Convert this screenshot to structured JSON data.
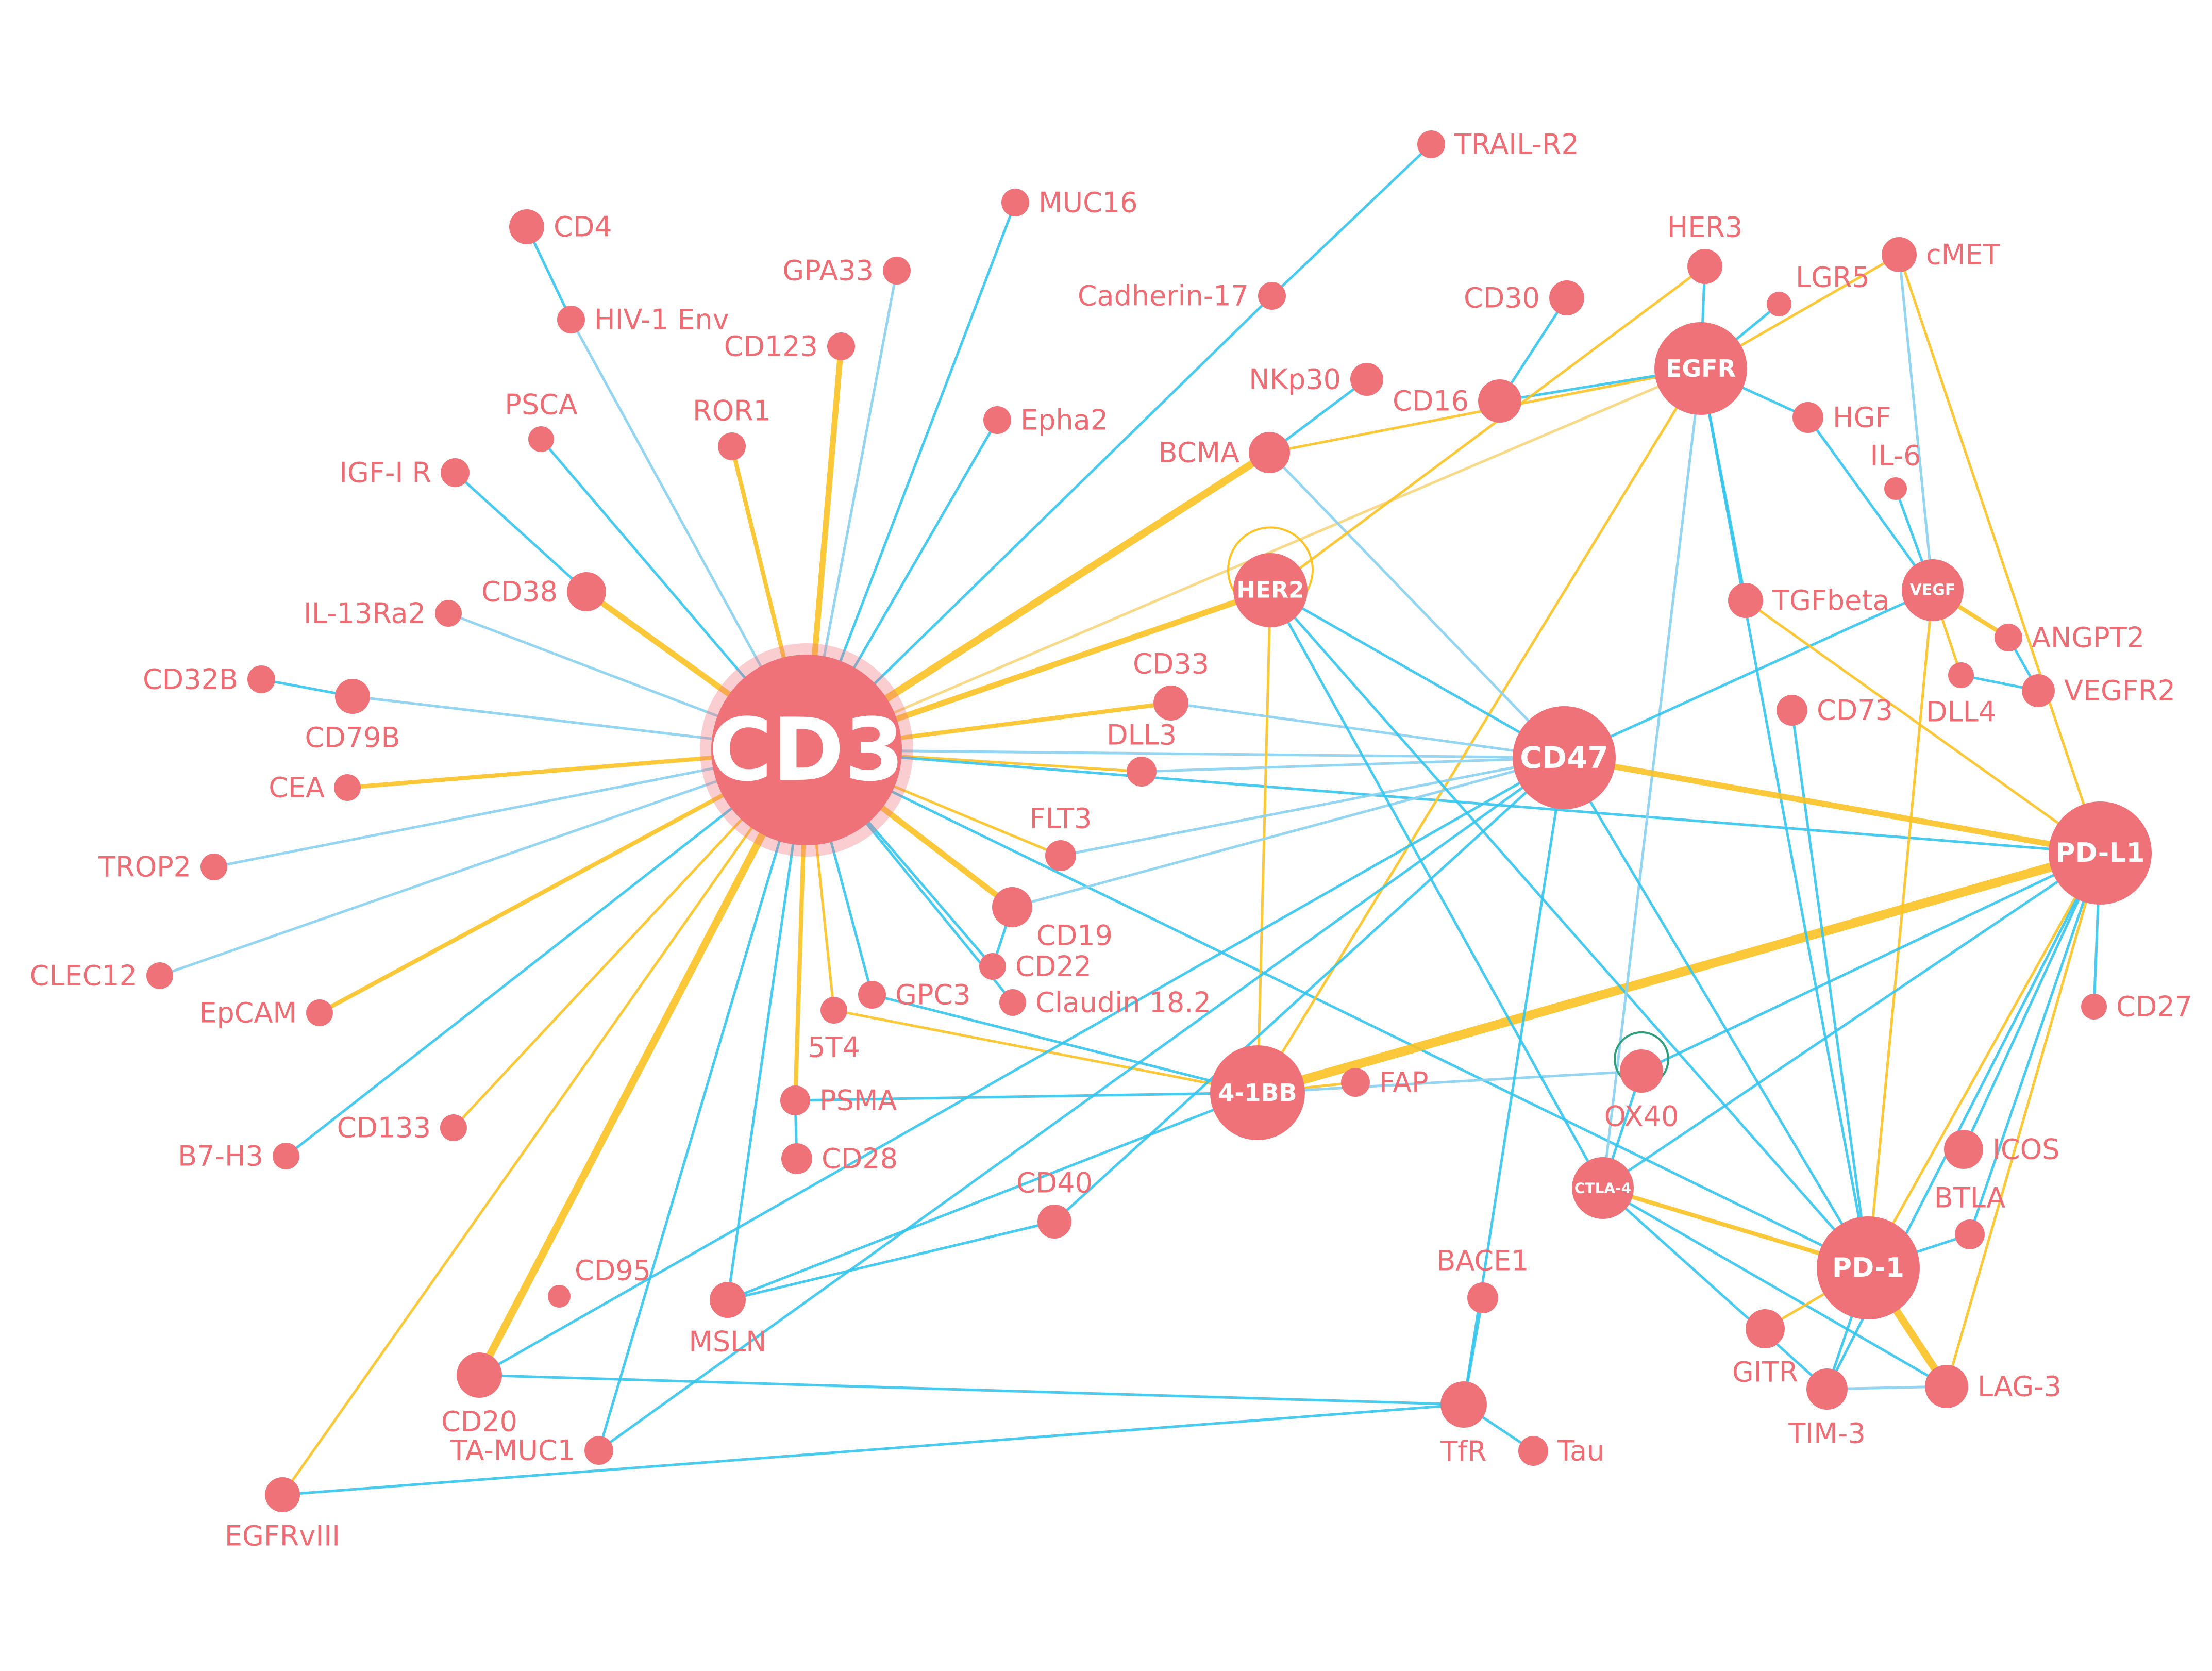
{
  "colors": {
    "node": "#f07279",
    "label": "#ee6d74",
    "edge_blue": "#35c6ee",
    "edge_blue_light": "#8fd3f1",
    "edge_yellow": "#fbc324",
    "edge_yellow_light": "#f8d882"
  },
  "nodes": [
    {
      "id": "CD3",
      "label": "CD3",
      "size": "hub"
    },
    {
      "id": "EGFR",
      "label": "EGFR",
      "size": "large"
    },
    {
      "id": "HER2",
      "label": "HER2",
      "size": "large"
    },
    {
      "id": "CD47",
      "label": "CD47",
      "size": "large"
    },
    {
      "id": "PD-L1",
      "label": "PD-L1",
      "size": "large"
    },
    {
      "id": "4-1BB",
      "label": "4-1BB",
      "size": "large"
    },
    {
      "id": "PD-1",
      "label": "PD-1",
      "size": "large"
    },
    {
      "id": "VEGF",
      "label": "VEGF",
      "size": "medium"
    },
    {
      "id": "CTLA-4",
      "label": "CTLA-4",
      "size": "medium"
    },
    {
      "id": "CD4",
      "label": "CD4"
    },
    {
      "id": "HIV-1 Env",
      "label": "HIV-1 Env"
    },
    {
      "id": "MUC16",
      "label": "MUC16"
    },
    {
      "id": "GPA33",
      "label": "GPA33"
    },
    {
      "id": "TRAIL-R2",
      "label": "TRAIL-R2"
    },
    {
      "id": "Cadherin-17",
      "label": "Cadherin-17"
    },
    {
      "id": "CD123",
      "label": "CD123"
    },
    {
      "id": "PSCA",
      "label": "PSCA"
    },
    {
      "id": "ROR1",
      "label": "ROR1"
    },
    {
      "id": "Epha2",
      "label": "Epha2"
    },
    {
      "id": "IGF-I R",
      "label": "IGF-I R"
    },
    {
      "id": "CD38",
      "label": "CD38"
    },
    {
      "id": "IL-13Ra2",
      "label": "IL-13Ra2"
    },
    {
      "id": "CD32B",
      "label": "CD32B"
    },
    {
      "id": "CD79B",
      "label": "CD79B"
    },
    {
      "id": "CEA",
      "label": "CEA"
    },
    {
      "id": "TROP2",
      "label": "TROP2"
    },
    {
      "id": "CLEC12",
      "label": "CLEC12"
    },
    {
      "id": "EpCAM",
      "label": "EpCAM"
    },
    {
      "id": "B7-H3",
      "label": "B7-H3"
    },
    {
      "id": "CD133",
      "label": "CD133"
    },
    {
      "id": "CD95",
      "label": "CD95"
    },
    {
      "id": "CD20",
      "label": "CD20"
    },
    {
      "id": "TA-MUC1",
      "label": "TA-MUC1"
    },
    {
      "id": "EGFRvIII",
      "label": "EGFRvIII"
    },
    {
      "id": "MSLN",
      "label": "MSLN"
    },
    {
      "id": "CD40",
      "label": "CD40"
    },
    {
      "id": "PSMA",
      "label": "PSMA"
    },
    {
      "id": "CD28",
      "label": "CD28"
    },
    {
      "id": "5T4",
      "label": "5T4"
    },
    {
      "id": "GPC3",
      "label": "GPC3"
    },
    {
      "id": "Claudin 18.2",
      "label": "Claudin 18.2"
    },
    {
      "id": "CD22",
      "label": "CD22"
    },
    {
      "id": "CD19",
      "label": "CD19"
    },
    {
      "id": "FLT3",
      "label": "FLT3"
    },
    {
      "id": "DLL3",
      "label": "DLL3"
    },
    {
      "id": "CD33",
      "label": "CD33"
    },
    {
      "id": "BCMA",
      "label": "BCMA"
    },
    {
      "id": "NKp30",
      "label": "NKp30"
    },
    {
      "id": "CD16",
      "label": "CD16"
    },
    {
      "id": "CD30",
      "label": "CD30"
    },
    {
      "id": "HER3",
      "label": "HER3"
    },
    {
      "id": "LGR5",
      "label": "LGR5"
    },
    {
      "id": "cMET",
      "label": "cMET"
    },
    {
      "id": "HGF",
      "label": "HGF"
    },
    {
      "id": "IL-6",
      "label": "IL-6"
    },
    {
      "id": "TGFbeta",
      "label": "TGFbeta"
    },
    {
      "id": "ANGPT2",
      "label": "ANGPT2"
    },
    {
      "id": "DLL4",
      "label": "DLL4"
    },
    {
      "id": "VEGFR2",
      "label": "VEGFR2"
    },
    {
      "id": "CD73",
      "label": "CD73"
    },
    {
      "id": "CD27",
      "label": "CD27"
    },
    {
      "id": "FAP",
      "label": "FAP"
    },
    {
      "id": "OX40",
      "label": "OX40"
    },
    {
      "id": "ICOS",
      "label": "ICOS"
    },
    {
      "id": "BTLA",
      "label": "BTLA"
    },
    {
      "id": "GITR",
      "label": "GITR"
    },
    {
      "id": "TIM-3",
      "label": "TIM-3"
    },
    {
      "id": "LAG-3",
      "label": "LAG-3"
    },
    {
      "id": "BACE1",
      "label": "BACE1"
    },
    {
      "id": "TfR",
      "label": "TfR"
    },
    {
      "id": "Tau",
      "label": "Tau"
    }
  ],
  "edges": [
    {
      "source": "CD4",
      "target": "HIV-1 Env",
      "color": "blue",
      "weight": 1
    },
    {
      "source": "HIV-1 Env",
      "target": "CD3",
      "color": "blue_light",
      "weight": 1
    },
    {
      "source": "MUC16",
      "target": "CD3",
      "color": "blue",
      "weight": 1
    },
    {
      "source": "GPA33",
      "target": "CD3",
      "color": "blue_light",
      "weight": 1
    },
    {
      "source": "TRAIL-R2",
      "target": "Cadherin-17",
      "color": "blue",
      "weight": 1
    },
    {
      "source": "Cadherin-17",
      "target": "CD3",
      "color": "blue",
      "weight": 1
    },
    {
      "source": "CD123",
      "target": "CD3",
      "color": "yellow",
      "weight": 3
    },
    {
      "source": "PSCA",
      "target": "CD3",
      "color": "blue",
      "weight": 1
    },
    {
      "source": "ROR1",
      "target": "CD3",
      "color": "yellow",
      "weight": 2
    },
    {
      "source": "Epha2",
      "target": "CD3",
      "color": "blue",
      "weight": 1
    },
    {
      "source": "IGF-I R",
      "target": "CD38",
      "color": "blue",
      "weight": 1
    },
    {
      "source": "CD38",
      "target": "CD3",
      "color": "yellow",
      "weight": 3
    },
    {
      "source": "IL-13Ra2",
      "target": "CD3",
      "color": "blue_light",
      "weight": 1
    },
    {
      "source": "CD32B",
      "target": "CD79B",
      "color": "blue",
      "weight": 1
    },
    {
      "source": "CD79B",
      "target": "CD3",
      "color": "blue_light",
      "weight": 1
    },
    {
      "source": "CEA",
      "target": "CD3",
      "color": "yellow",
      "weight": 2
    },
    {
      "source": "TROP2",
      "target": "CD3",
      "color": "blue_light",
      "weight": 1
    },
    {
      "source": "CLEC12",
      "target": "CD3",
      "color": "blue_light",
      "weight": 1
    },
    {
      "source": "EpCAM",
      "target": "CD3",
      "color": "yellow",
      "weight": 2
    },
    {
      "source": "B7-H3",
      "target": "CD3",
      "color": "blue",
      "weight": 1
    },
    {
      "source": "CD133",
      "target": "CD3",
      "color": "yellow",
      "weight": 1
    },
    {
      "source": "CD20",
      "target": "CD3",
      "color": "yellow",
      "weight": 4
    },
    {
      "source": "EGFRvIII",
      "target": "CD3",
      "color": "yellow",
      "weight": 1
    },
    {
      "source": "TA-MUC1",
      "target": "CD3",
      "color": "blue",
      "weight": 1
    },
    {
      "source": "MSLN",
      "target": "CD3",
      "color": "blue",
      "weight": 1
    },
    {
      "source": "PSMA",
      "target": "CD3",
      "color": "yellow",
      "weight": 2
    },
    {
      "source": "5T4",
      "target": "CD3",
      "color": "yellow",
      "weight": 1
    },
    {
      "source": "GPC3",
      "target": "CD3",
      "color": "blue",
      "weight": 1
    },
    {
      "source": "Claudin 18.2",
      "target": "CD3",
      "color": "blue",
      "weight": 1
    },
    {
      "source": "CD22",
      "target": "CD3",
      "color": "blue",
      "weight": 1
    },
    {
      "source": "CD19",
      "target": "CD3",
      "color": "yellow",
      "weight": 3
    },
    {
      "source": "FLT3",
      "target": "CD3",
      "color": "yellow",
      "weight": 1
    },
    {
      "source": "DLL3",
      "target": "CD3",
      "color": "yellow",
      "weight": 1
    },
    {
      "source": "CD33",
      "target": "CD3",
      "color": "yellow",
      "weight": 2
    },
    {
      "source": "BCMA",
      "target": "CD3",
      "color": "yellow",
      "weight": 4
    },
    {
      "source": "HER2",
      "target": "CD3",
      "color": "yellow",
      "weight": 3
    },
    {
      "source": "EGFR",
      "target": "CD3",
      "color": "yellow_light",
      "weight": 1
    },
    {
      "source": "CD47",
      "target": "CD3",
      "color": "blue_light",
      "weight": 1
    },
    {
      "source": "PD-L1",
      "target": "CD3",
      "color": "blue",
      "weight": 1
    },
    {
      "source": "PD-1",
      "target": "CD3",
      "color": "blue",
      "weight": 1
    },
    {
      "source": "4-1BB",
      "target": "5T4",
      "color": "yellow",
      "weight": 1
    },
    {
      "source": "4-1BB",
      "target": "GPC3",
      "color": "blue",
      "weight": 1
    },
    {
      "source": "4-1BB",
      "target": "PSMA",
      "color": "blue",
      "weight": 1
    },
    {
      "source": "4-1BB",
      "target": "MSLN",
      "color": "blue",
      "weight": 1
    },
    {
      "source": "4-1BB",
      "target": "FAP",
      "color": "yellow",
      "weight": 1
    },
    {
      "source": "4-1BB",
      "target": "HER2",
      "color": "yellow",
      "weight": 1
    },
    {
      "source": "4-1BB",
      "target": "PD-L1",
      "color": "yellow",
      "weight": 5
    },
    {
      "source": "4-1BB",
      "target": "EGFR",
      "color": "yellow",
      "weight": 1
    },
    {
      "source": "4-1BB",
      "target": "OX40",
      "color": "blue_light",
      "weight": 1
    },
    {
      "source": "CD20",
      "target": "CD47",
      "color": "blue",
      "weight": 1
    },
    {
      "source": "CD20",
      "target": "TfR",
      "color": "blue",
      "weight": 1
    },
    {
      "source": "CD40",
      "target": "MSLN",
      "color": "blue",
      "weight": 1
    },
    {
      "source": "CD40",
      "target": "CD47",
      "color": "blue",
      "weight": 1
    },
    {
      "source": "TA-MUC1",
      "target": "CD47",
      "color": "blue",
      "weight": 1
    },
    {
      "source": "EGFRvIII",
      "target": "TfR",
      "color": "blue",
      "weight": 1
    },
    {
      "source": "PSMA",
      "target": "CD28",
      "color": "blue",
      "weight": 1
    },
    {
      "source": "CD19",
      "target": "CD22",
      "color": "blue",
      "weight": 1
    },
    {
      "source": "CD19",
      "target": "CD47",
      "color": "blue_light",
      "weight": 1
    },
    {
      "source": "FLT3",
      "target": "CD47",
      "color": "blue_light",
      "weight": 1
    },
    {
      "source": "DLL3",
      "target": "CD47",
      "color": "blue_light",
      "weight": 1
    },
    {
      "source": "CD33",
      "target": "CD47",
      "color": "blue_light",
      "weight": 1
    },
    {
      "source": "BCMA",
      "target": "NKp30",
      "color": "blue",
      "weight": 1
    },
    {
      "source": "BCMA",
      "target": "CD47",
      "color": "blue_light",
      "weight": 1
    },
    {
      "source": "BCMA",
      "target": "EGFR",
      "color": "yellow",
      "weight": 1
    },
    {
      "source": "CD16",
      "target": "CD30",
      "color": "blue",
      "weight": 1
    },
    {
      "source": "CD16",
      "target": "EGFR",
      "color": "blue",
      "weight": 1
    },
    {
      "source": "HER2",
      "target": "HER3",
      "color": "yellow",
      "weight": 1
    },
    {
      "source": "HER2",
      "target": "CD47",
      "color": "blue",
      "weight": 1
    },
    {
      "source": "HER2",
      "target": "PD-1",
      "color": "blue",
      "weight": 1
    },
    {
      "source": "HER2",
      "target": "CTLA-4",
      "color": "blue",
      "weight": 1
    },
    {
      "source": "EGFR",
      "target": "HER3",
      "color": "blue",
      "weight": 1
    },
    {
      "source": "EGFR",
      "target": "LGR5",
      "color": "blue",
      "weight": 1
    },
    {
      "source": "EGFR",
      "target": "cMET",
      "color": "yellow",
      "weight": 1
    },
    {
      "source": "EGFR",
      "target": "HGF",
      "color": "blue",
      "weight": 1
    },
    {
      "source": "EGFR",
      "target": "TGFbeta",
      "color": "blue",
      "weight": 1
    },
    {
      "source": "EGFR",
      "target": "PD-1",
      "color": "blue",
      "weight": 1
    },
    {
      "source": "EGFR",
      "target": "CTLA-4",
      "color": "blue_light",
      "weight": 1
    },
    {
      "source": "cMET",
      "target": "VEGF",
      "color": "blue_light",
      "weight": 1
    },
    {
      "source": "cMET",
      "target": "PD-L1",
      "color": "yellow",
      "weight": 1
    },
    {
      "source": "HGF",
      "target": "VEGF",
      "color": "blue",
      "weight": 1
    },
    {
      "source": "IL-6",
      "target": "VEGF",
      "color": "blue",
      "weight": 1
    },
    {
      "source": "VEGF",
      "target": "ANGPT2",
      "color": "yellow",
      "weight": 2
    },
    {
      "source": "VEGF",
      "target": "DLL4",
      "color": "yellow",
      "weight": 1
    },
    {
      "source": "VEGF",
      "target": "CD47",
      "color": "blue",
      "weight": 1
    },
    {
      "source": "VEGF",
      "target": "PD-1",
      "color": "yellow",
      "weight": 1
    },
    {
      "source": "ANGPT2",
      "target": "VEGFR2",
      "color": "blue",
      "weight": 1
    },
    {
      "source": "DLL4",
      "target": "VEGFR2",
      "color": "blue",
      "weight": 1
    },
    {
      "source": "TGFbeta",
      "target": "PD-L1",
      "color": "yellow",
      "weight": 1
    },
    {
      "source": "CD73",
      "target": "PD-1",
      "color": "blue",
      "weight": 1
    },
    {
      "source": "CD47",
      "target": "PD-L1",
      "color": "yellow",
      "weight": 3
    },
    {
      "source": "CD47",
      "target": "PD-1",
      "color": "blue",
      "weight": 1
    },
    {
      "source": "CD47",
      "target": "TfR",
      "color": "blue",
      "weight": 1
    },
    {
      "source": "PD-L1",
      "target": "CD27",
      "color": "blue",
      "weight": 1
    },
    {
      "source": "PD-L1",
      "target": "OX40",
      "color": "blue",
      "weight": 1
    },
    {
      "source": "PD-L1",
      "target": "CTLA-4",
      "color": "blue",
      "weight": 1
    },
    {
      "source": "PD-L1",
      "target": "ICOS",
      "color": "blue",
      "weight": 1
    },
    {
      "source": "PD-L1",
      "target": "BTLA",
      "color": "blue",
      "weight": 1
    },
    {
      "source": "PD-L1",
      "target": "PD-1",
      "color": "yellow",
      "weight": 1
    },
    {
      "source": "PD-L1",
      "target": "LAG-3",
      "color": "yellow",
      "weight": 1
    },
    {
      "source": "PD-L1",
      "target": "TIM-3",
      "color": "blue",
      "weight": 1
    },
    {
      "source": "OX40",
      "target": "CTLA-4",
      "color": "blue",
      "weight": 1
    },
    {
      "source": "CTLA-4",
      "target": "PD-1",
      "color": "yellow",
      "weight": 2
    },
    {
      "source": "CTLA-4",
      "target": "LAG-3",
      "color": "blue",
      "weight": 1
    },
    {
      "source": "CTLA-4",
      "target": "TIM-3",
      "color": "blue",
      "weight": 1
    },
    {
      "source": "PD-1",
      "target": "BTLA",
      "color": "blue",
      "weight": 1
    },
    {
      "source": "PD-1",
      "target": "GITR",
      "color": "yellow",
      "weight": 1
    },
    {
      "source": "PD-1",
      "target": "TIM-3",
      "color": "blue",
      "weight": 1
    },
    {
      "source": "PD-1",
      "target": "LAG-3",
      "color": "yellow",
      "weight": 4
    },
    {
      "source": "TIM-3",
      "target": "LAG-3",
      "color": "blue_light",
      "weight": 1
    },
    {
      "source": "BACE1",
      "target": "TfR",
      "color": "blue",
      "weight": 1
    },
    {
      "source": "TfR",
      "target": "Tau",
      "color": "blue",
      "weight": 1
    }
  ],
  "self_loops": [
    {
      "node": "HER2",
      "color": "yellow"
    },
    {
      "node": "OX40",
      "color": "blue"
    }
  ]
}
